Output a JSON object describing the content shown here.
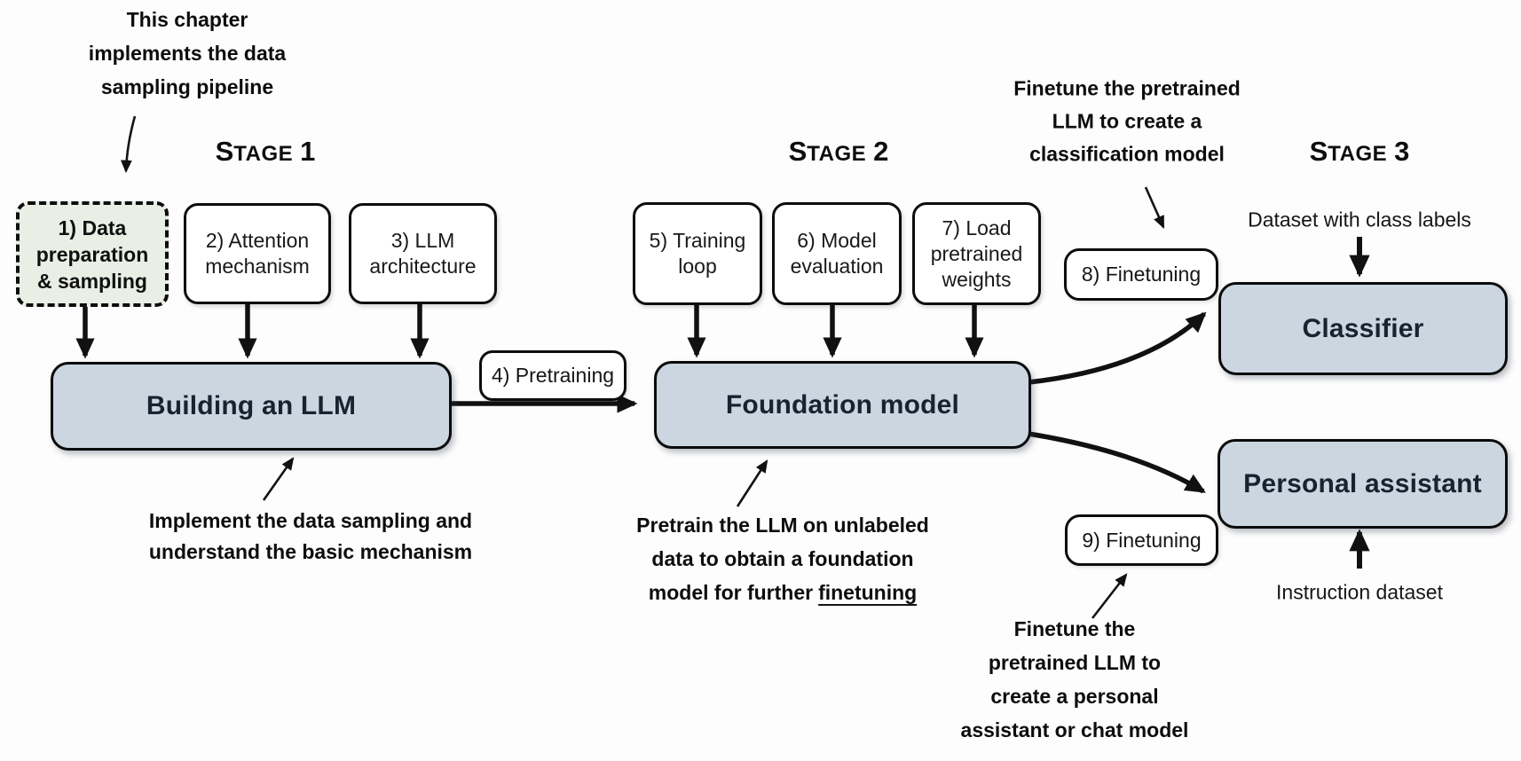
{
  "annotations": {
    "chapter": [
      "This chapter",
      "implements the data",
      "sampling pipeline"
    ],
    "implement": [
      "Implement the data sampling and",
      "understand the basic mechanism"
    ],
    "pretrain": [
      "Pretrain the LLM on unlabeled",
      "data to obtain a foundation",
      "model for further"
    ],
    "pretrain_underline": "finetuning",
    "finetune_classifier": [
      "Finetune the pretrained",
      "LLM to create a",
      "classification model"
    ],
    "finetune_assistant": [
      "Finetune the",
      "pretrained LLM to",
      "create a personal",
      "assistant or chat model"
    ]
  },
  "stages": {
    "s1": [
      "S",
      "TAGE",
      "1"
    ],
    "s2": [
      "S",
      "TAGE",
      "2"
    ],
    "s3": [
      "S",
      "TAGE",
      "3"
    ]
  },
  "boxes": {
    "data_prep": [
      "1) Data",
      "preparation",
      "& sampling"
    ],
    "attention": [
      "2) Attention",
      "mechanism"
    ],
    "llm_architecture": [
      "3) LLM",
      "architecture"
    ],
    "training_loop": [
      "5) Training",
      "loop"
    ],
    "model_evaluation": [
      "6) Model",
      "evaluation"
    ],
    "load_weights": [
      "7) Load",
      "pretrained",
      "weights"
    ],
    "pretraining_pill": "4) Pretraining",
    "finetuning_pill_8": "8) Finetuning",
    "finetuning_pill_9": "9) Finetuning",
    "building_llm": "Building an LLM",
    "foundation_model": "Foundation model",
    "classifier": "Classifier",
    "personal_assistant": "Personal assistant"
  },
  "labels": {
    "dataset_with_class_labels": "Dataset with class labels",
    "instruction_dataset": "Instruction dataset"
  },
  "colors": {
    "big_box_fill": "#ccd6e1",
    "big_box_text": "#182330",
    "green_box_fill": "#e9efe4",
    "border": "#0d0d0d",
    "arrow": "#111111",
    "background": "#fdfdfd"
  }
}
